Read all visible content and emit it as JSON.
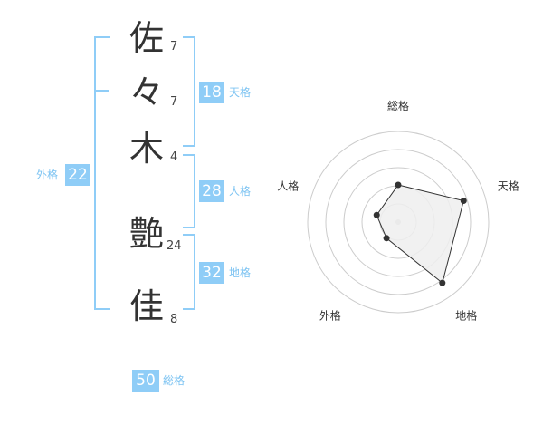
{
  "name": {
    "chars": [
      {
        "char": "佐",
        "strokes": "7"
      },
      {
        "char": "々",
        "strokes": "7"
      },
      {
        "char": "木",
        "strokes": "4"
      },
      {
        "char": "艶",
        "strokes": "24"
      },
      {
        "char": "佳",
        "strokes": "8"
      }
    ]
  },
  "fortunes": {
    "tenkaku": {
      "value": "18",
      "label": "天格"
    },
    "jinkaku": {
      "value": "28",
      "label": "人格"
    },
    "chikaku": {
      "value": "32",
      "label": "地格"
    },
    "gaikaku": {
      "value": "22",
      "label": "外格"
    },
    "soukaku": {
      "value": "50",
      "label": "総格"
    }
  },
  "radar": {
    "axes": [
      "総格",
      "天格",
      "地格",
      "外格",
      "人格"
    ],
    "values": [
      0.41,
      0.76,
      0.83,
      0.22,
      0.25
    ],
    "colors": {
      "grid": "#cccccc",
      "fill": "#eeeeee",
      "line": "#333333",
      "center": "#cccccc"
    }
  }
}
